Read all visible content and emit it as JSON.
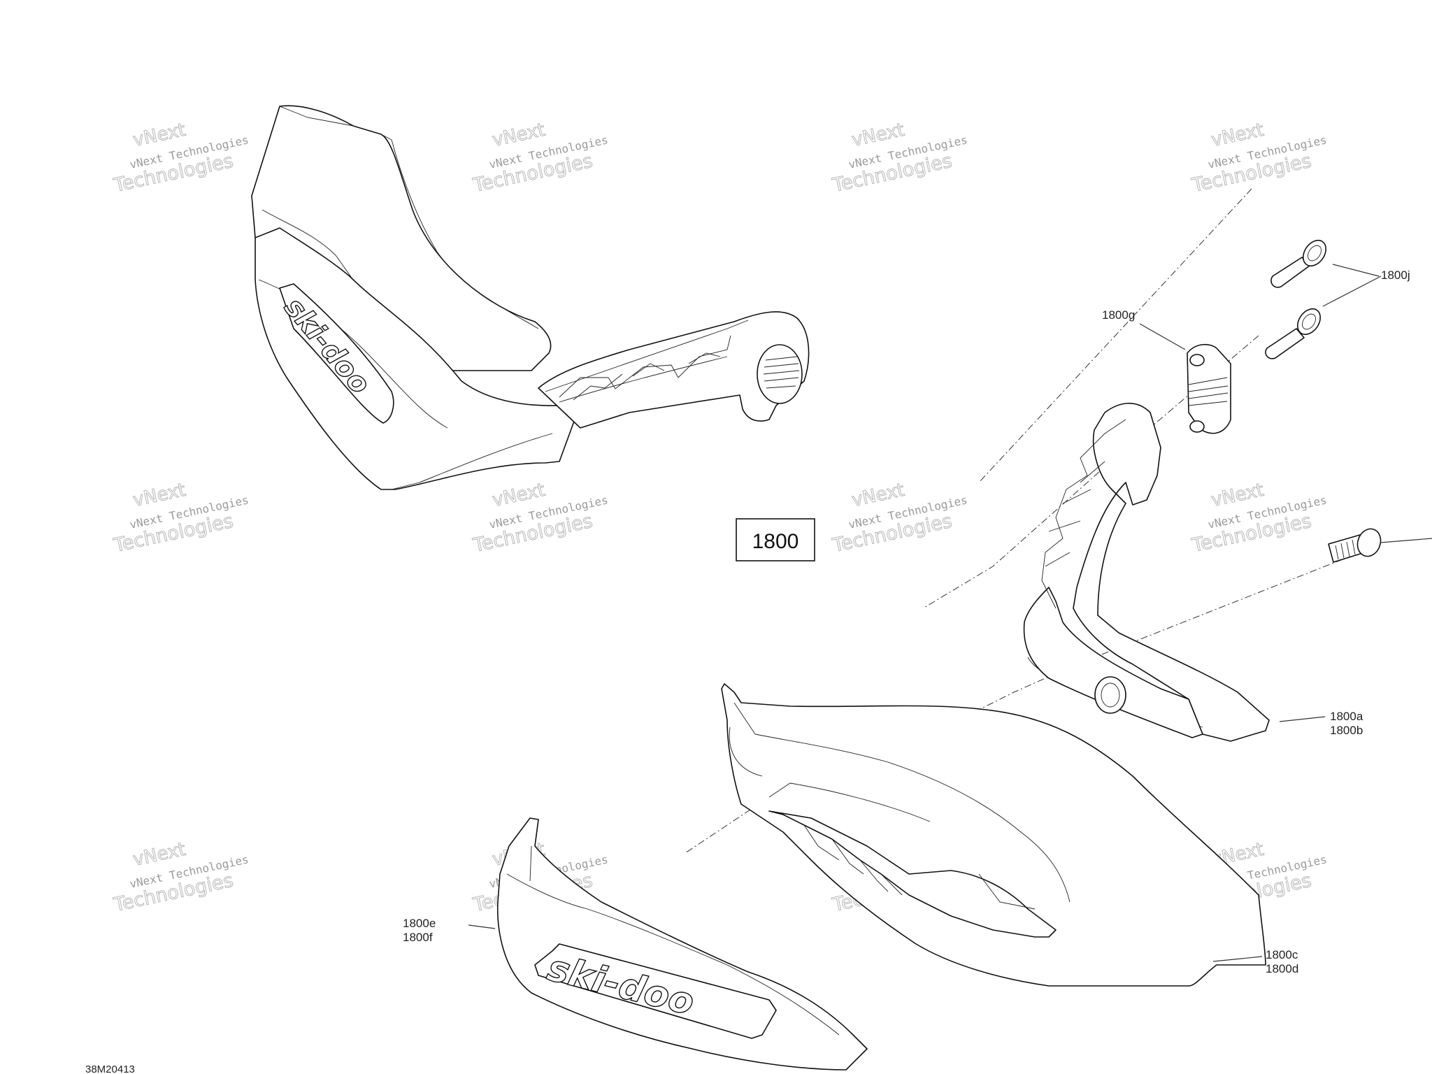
{
  "diagram": {
    "assembly_label": "1800",
    "drawing_id": "38M20413",
    "callouts": [
      {
        "id": "1800j",
        "lines": [
          "1800j"
        ]
      },
      {
        "id": "1800g",
        "lines": [
          "1800g"
        ]
      },
      {
        "id": "1800a",
        "lines": [
          "1800a",
          "1800b"
        ]
      },
      {
        "id": "1800c",
        "lines": [
          "1800c",
          "1800d"
        ]
      },
      {
        "id": "1800e",
        "lines": [
          "1800e",
          "1800f"
        ]
      }
    ],
    "watermark": {
      "top": "vNext",
      "middle": "vNext Technologies",
      "bottom": "Technologies"
    },
    "logo_text": "ski-doo"
  }
}
